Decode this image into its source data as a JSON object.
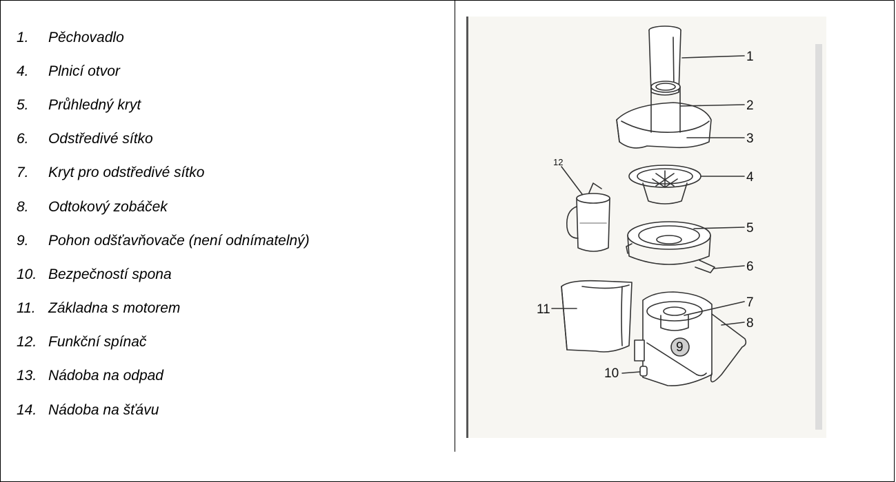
{
  "parts_list": [
    {
      "number": "1.",
      "name": "Pěchovadlo"
    },
    {
      "number": "4.",
      "name": "Plnicí otvor"
    },
    {
      "number": "5.",
      "name": "Průhledný kryt"
    },
    {
      "number": "6.",
      "name": "Odstředivé sítko"
    },
    {
      "number": "7.",
      "name": "Kryt pro odstředivé sítko"
    },
    {
      "number": "8.",
      "name": "Odtokový zobáček"
    },
    {
      "number": "9.",
      "name": "Pohon odšťavňovače (není odnímatelný)"
    },
    {
      "number": "10.",
      "name": "Bezpečností spona"
    },
    {
      "number": "11.",
      "name": "Základna s motorem"
    },
    {
      "number": "12.",
      "name": "Funkční spínač"
    },
    {
      "number": "13.",
      "name": "Nádoba na odpad"
    },
    {
      "number": "14.",
      "name": "Nádoba na šťávu"
    }
  ],
  "diagram": {
    "callouts": [
      "1",
      "2",
      "3",
      "4",
      "5",
      "6",
      "7",
      "8",
      "9",
      "10",
      "11",
      "12"
    ]
  },
  "colors": {
    "text": "#000000",
    "border": "#000000",
    "paper": "#f7f6f2",
    "line_art": "#333333"
  }
}
